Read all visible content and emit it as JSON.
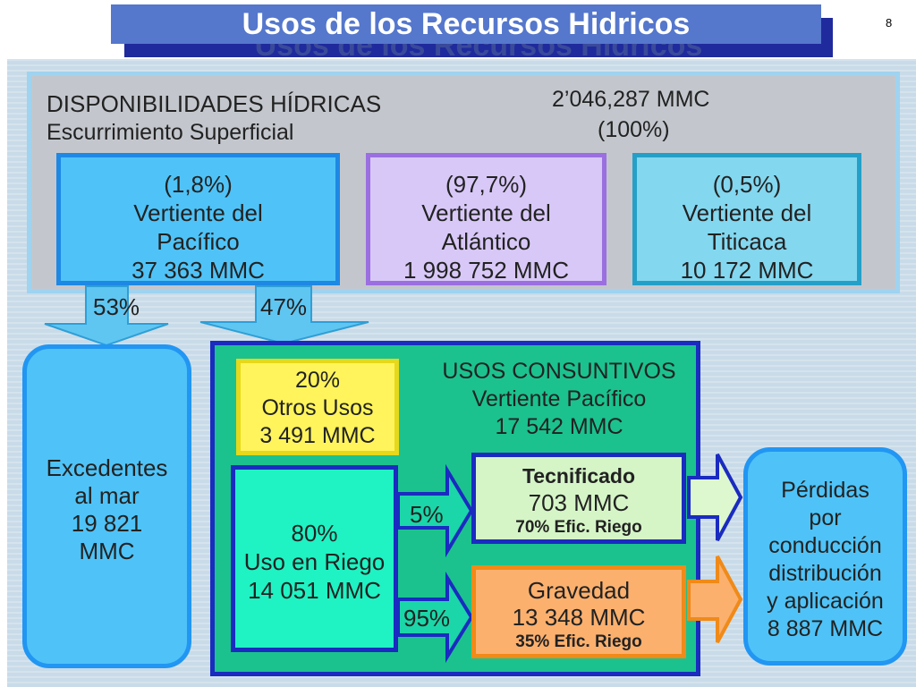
{
  "header": {
    "title": "Usos de los Recursos Hidricos",
    "slide_number": "8"
  },
  "availability": {
    "title": "DISPONIBILIDADES HÍDRICAS",
    "subtitle": "Escurrimiento Superficial",
    "total": "2’046,287 MMC",
    "total_pct": "(100%)"
  },
  "vertientes": [
    {
      "pct": "(1,8%)",
      "line1": "Vertiente del",
      "line2": "Pacífico",
      "value": "37 363 MMC"
    },
    {
      "pct": "(97,7%)",
      "line1": "Vertiente del",
      "line2": "Atlántico",
      "value": "1 998 752 MMC"
    },
    {
      "pct": "(0,5%)",
      "line1": "Vertiente del",
      "line2": "Titicaca",
      "value": "10 172 MMC"
    }
  ],
  "split": {
    "excedentes_pct": "53%",
    "usos_pct": "47%"
  },
  "excedentes": {
    "line1": "Excedentes",
    "line2": "al mar",
    "line3": "19 821",
    "line4": "MMC"
  },
  "usos": {
    "title": "USOS CONSUNTIVOS",
    "subtitle": "Vertiente Pacífico",
    "value": "17 542 MMC"
  },
  "otros": {
    "pct": "20%",
    "label": "Otros Usos",
    "value": "3 491 MMC"
  },
  "riego": {
    "pct": "80%",
    "label": "Uso en Riego",
    "value": "14 051 MMC"
  },
  "tecnificado": {
    "arrow_pct": "5%",
    "label": "Tecnificado",
    "value": "703 MMC",
    "efic": "70% Efic. Riego"
  },
  "gravedad": {
    "arrow_pct": "95%",
    "label": "Gravedad",
    "value": "13 348 MMC",
    "efic": "35% Efic. Riego"
  },
  "perdidas": {
    "line1": "Pérdidas",
    "line2": "por",
    "line3": "conducción",
    "line4": "distribución",
    "line5": "y aplicación",
    "line6": "8 887 MMC"
  },
  "colors": {
    "title_bar": "#5577cc",
    "title_shadow": "#1f2a9c",
    "pacifico": "#4fc3f7",
    "atlantico": "#d8c8f7",
    "titicaca": "#83d7ef",
    "usos_panel": "#1bc28e",
    "otros": "#fff45c",
    "riego": "#1ff2c3",
    "tecnificado": "#d5f5c7",
    "gravedad": "#fbb06e"
  }
}
